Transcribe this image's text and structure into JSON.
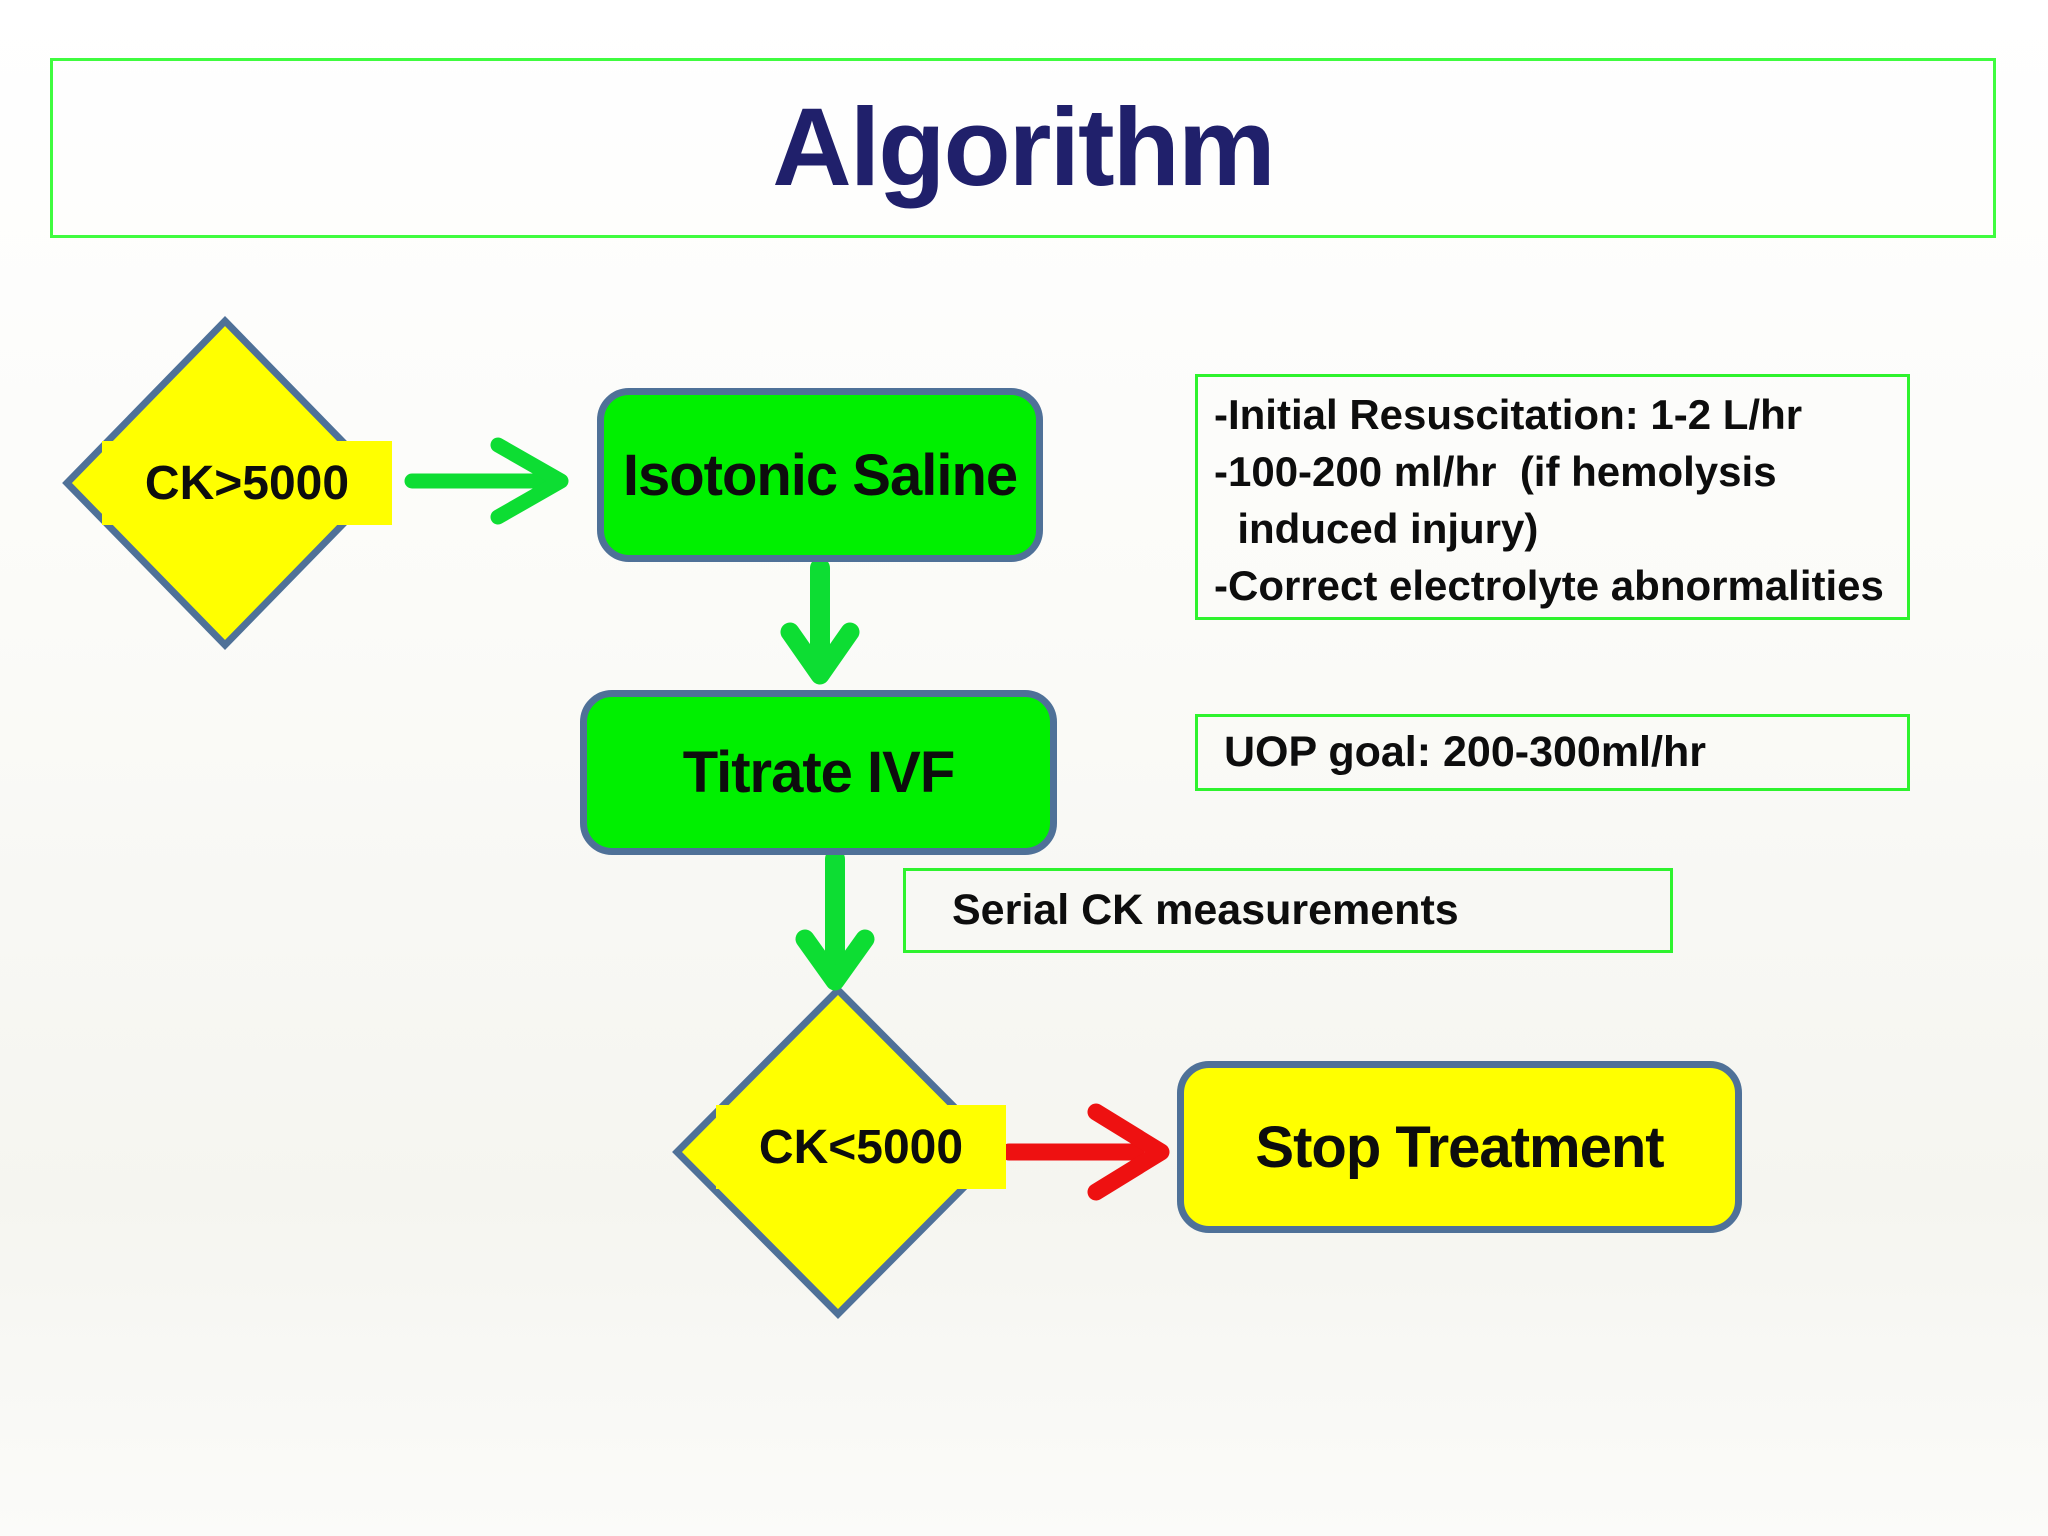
{
  "title": "Algorithm",
  "nodes": {
    "ck_high": {
      "label": "CK>5000",
      "shape": "decision"
    },
    "isotonic_saline": {
      "label": "Isotonic Saline",
      "shape": "process"
    },
    "titrate_ivf": {
      "label": "Titrate IVF",
      "shape": "process"
    },
    "ck_low": {
      "label": "CK<5000",
      "shape": "decision"
    },
    "stop_treatment": {
      "label": "Stop Treatment",
      "shape": "process"
    }
  },
  "notes": {
    "resuscitation": {
      "line1": "-Initial Resuscitation: 1-2 L/hr",
      "line2": "-100-200 ml/hr  (if hemolysis",
      "line3": "  induced injury)",
      "line4": "-Correct electrolyte abnormalities"
    },
    "uop": {
      "text": "UOP goal: 200-300ml/hr"
    },
    "serial_ck": {
      "text": "Serial CK measurements"
    }
  },
  "edges": [
    {
      "from": "ck_high",
      "to": "isotonic_saline",
      "color_name": "green"
    },
    {
      "from": "isotonic_saline",
      "to": "titrate_ivf",
      "color_name": "green"
    },
    {
      "from": "titrate_ivf",
      "to": "ck_low",
      "color_name": "green"
    },
    {
      "from": "ck_low",
      "to": "stop_treatment",
      "color_name": "red"
    }
  ],
  "colors": {
    "title_text": "#20206b",
    "title_box_border": "#3ffc3f",
    "note_border": "#2ef32e",
    "shape_border": "#4f7198",
    "process_green": "#00f000",
    "decision_yellow": "#ffff00",
    "arrow_green": "#0ddd33",
    "arrow_red": "#ee1111",
    "text_black": "#0d0d0d"
  }
}
